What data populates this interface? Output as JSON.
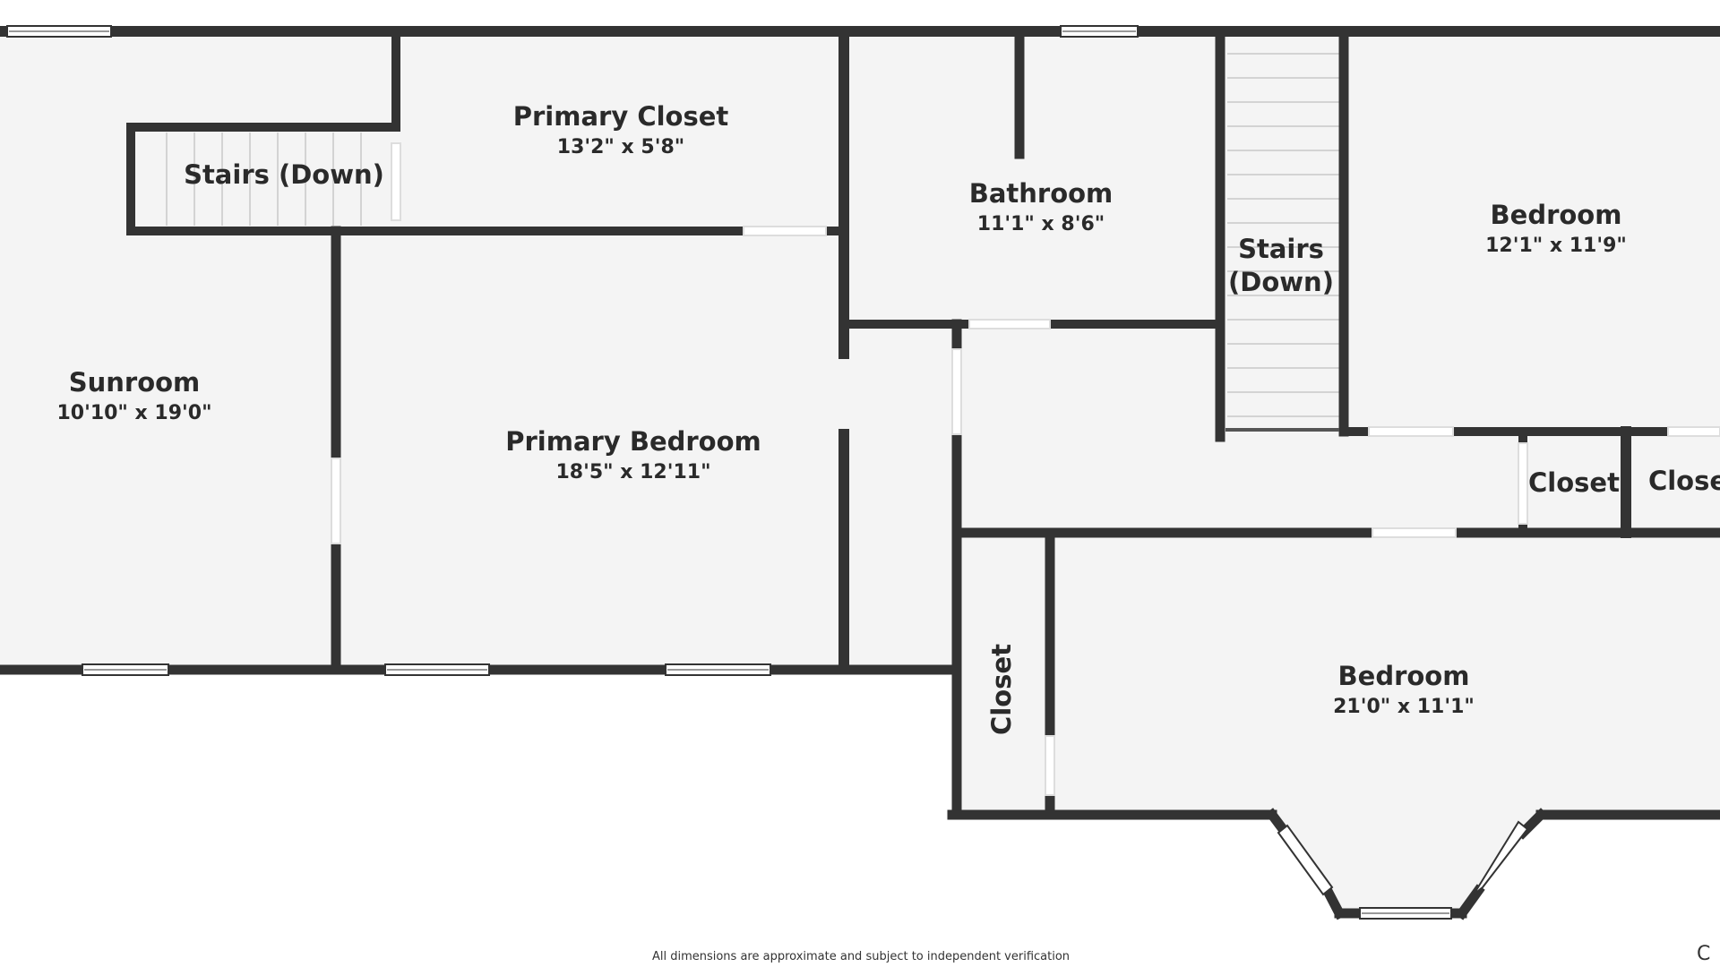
{
  "rooms": {
    "sunroom": {
      "name": "Sunroom",
      "dims": "10'10\" x 19'0\""
    },
    "stairs_left": {
      "name": "Stairs (Down)"
    },
    "primary_closet": {
      "name": "Primary Closet",
      "dims": "13'2\" x 5'8\""
    },
    "bathroom": {
      "name": "Bathroom",
      "dims": "11'1\" x 8'6\""
    },
    "stairs_right": {
      "line1": "Stairs",
      "line2": "(Down)"
    },
    "bedroom_ne": {
      "name": "Bedroom",
      "dims": "12'1\" x 11'9\""
    },
    "primary_bedroom": {
      "name": "Primary Bedroom",
      "dims": "18'5\" x 12'11\""
    },
    "closet_mid": {
      "name": "Closet"
    },
    "closet_right": {
      "name": "Close"
    },
    "closet_vertical": {
      "name": "Closet"
    },
    "bedroom_se": {
      "name": "Bedroom",
      "dims": "21'0\" x 11'1\""
    }
  },
  "footer": {
    "disclaimer": "All dimensions are approximate and subject to independent verification",
    "corner_glyph": "C"
  },
  "colors": {
    "wall": "#333333",
    "floor": "#f4f4f4",
    "window": "#ffffff",
    "background": "#ffffff"
  }
}
